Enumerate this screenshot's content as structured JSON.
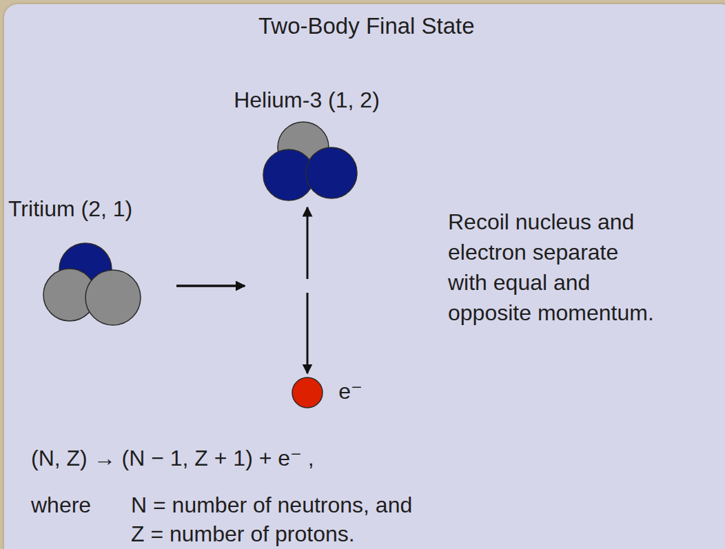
{
  "diagram": {
    "title": "Two-Body Final State",
    "nodes": [
      {
        "text": [
          "Helium-3 (1, 2)"
        ]
      },
      {
        "text": [
          "Tritium (2, 1)"
        ]
      },
      {
        "text": [
          "e⁻"
        ]
      }
    ],
    "edges": [
      {
        "from": 1,
        "to": 0,
        "arrow": "to"
      },
      {
        "from": 1,
        "to": 2,
        "arrow": "to"
      }
    ],
    "labels": [
      "Recoil nucleus and electron separate with equal and opposite momentum.",
      "(N, Z) → (N − 1, Z + 1) + e⁻ ,",
      "where",
      "N = number of neutrons, and",
      "Z = number of protons."
    ]
  }
}
